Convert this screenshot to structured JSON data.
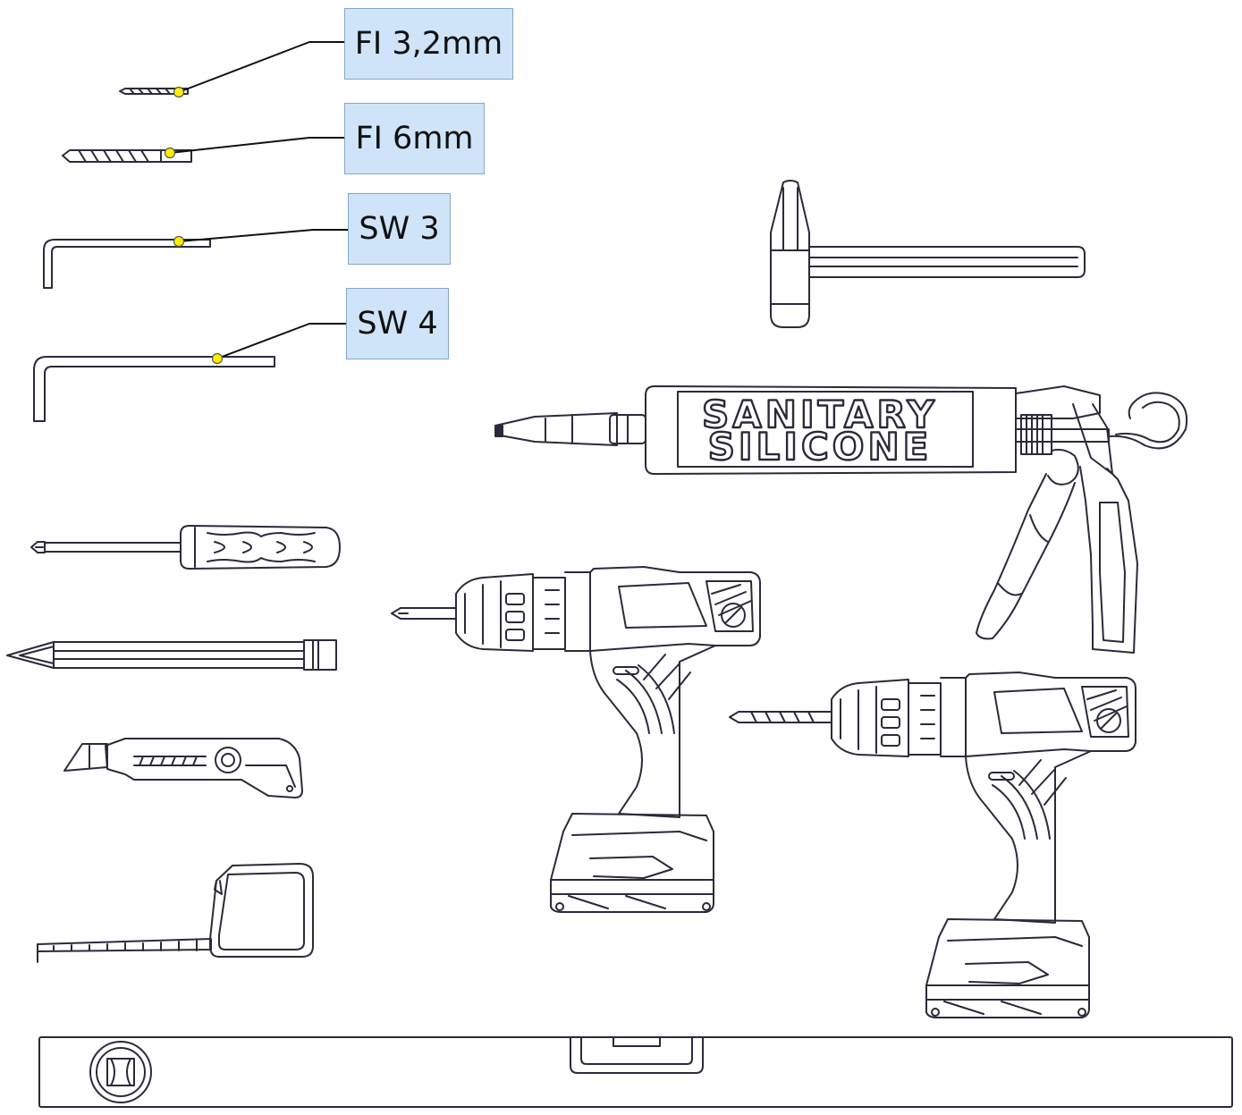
{
  "labels": [
    {
      "text": "FI 3,2mm",
      "tool": "drill-bit-3-2mm"
    },
    {
      "text": "FI 6mm",
      "tool": "drill-bit-6mm"
    },
    {
      "text": "SW 3",
      "tool": "hex-key-3"
    },
    {
      "text": "SW 4",
      "tool": "hex-key-4"
    }
  ],
  "cartridge": {
    "line1": "SANITARY",
    "line2": "SILICONE"
  },
  "colors": {
    "tag_fill": "#cfe4f8",
    "tag_border": "#8aa6c4",
    "marker": "#ffee00",
    "line": "#111111",
    "drawing": "#2a2a3a"
  },
  "tools": [
    "drill-bit-3-2mm",
    "drill-bit-6mm",
    "hex-key-3",
    "hex-key-4",
    "screwdriver",
    "pencil",
    "utility-knife",
    "tape-measure",
    "hammer",
    "caulking-gun",
    "cordless-drill-screwdriver",
    "cordless-drill-with-bit",
    "spirit-level"
  ]
}
